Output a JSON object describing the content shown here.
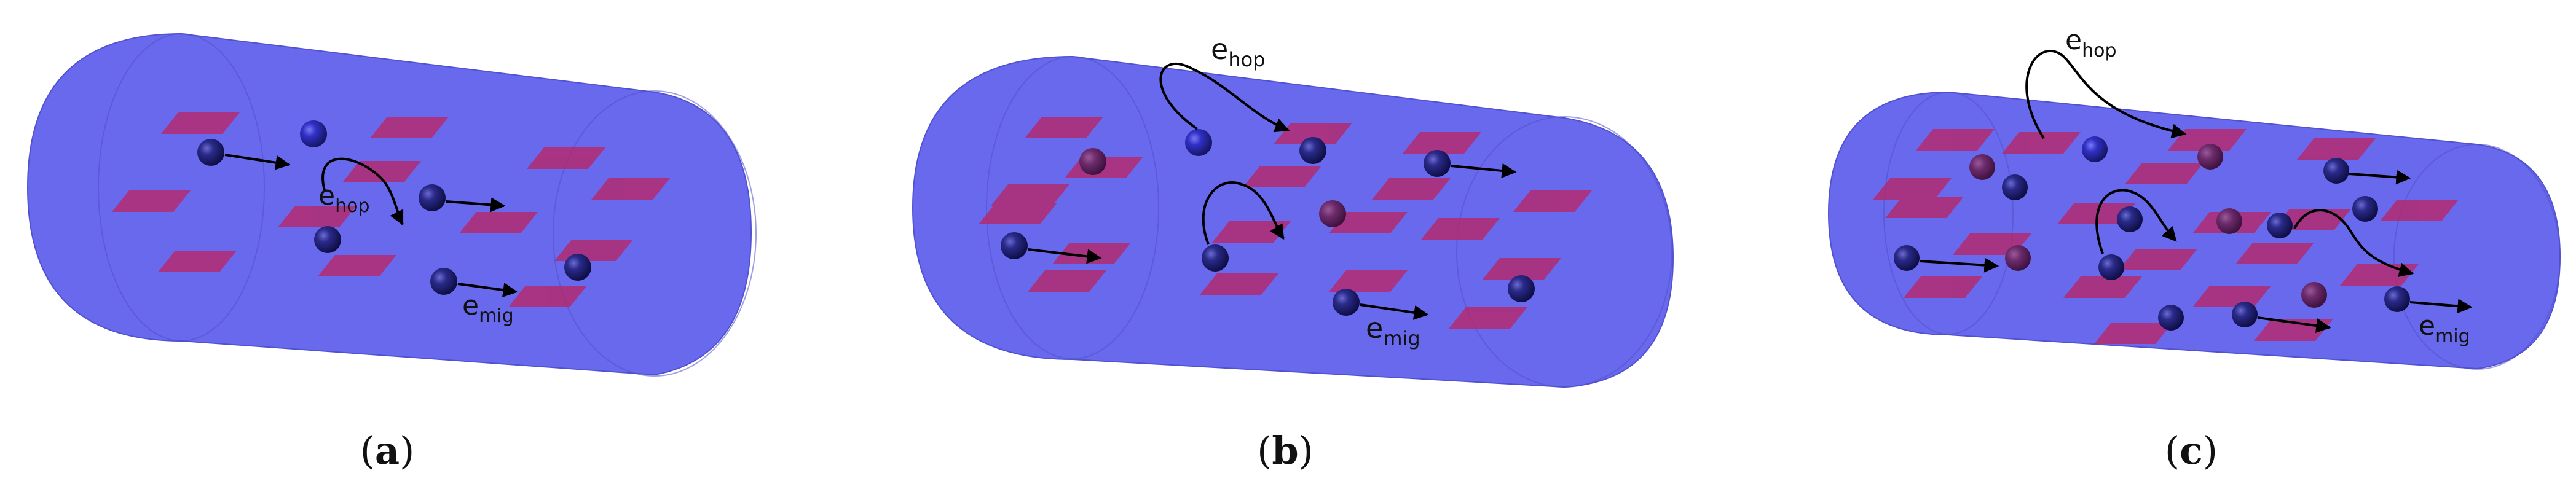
{
  "figure": {
    "panels": [
      {
        "id": "a",
        "label": "a",
        "hop_label": {
          "main": "e",
          "sub": "hop"
        },
        "mig_label": {
          "main": "e",
          "sub": "mig"
        }
      },
      {
        "id": "b",
        "label": "b",
        "hop_label": {
          "main": "e",
          "sub": "hop"
        },
        "mig_label": {
          "main": "e",
          "sub": "mig"
        }
      },
      {
        "id": "c",
        "label": "c",
        "hop_label": {
          "main": "e",
          "sub": "hop"
        },
        "mig_label": {
          "main": "e",
          "sub": "mig"
        }
      }
    ],
    "colors": {
      "tube_fill": "#6363ee",
      "tube_edge": "#3d3dc4",
      "trap_fill": "#c0205a",
      "particle_fill": "#1b1c6a",
      "arrow": "#000000",
      "label": "#111111"
    }
  }
}
